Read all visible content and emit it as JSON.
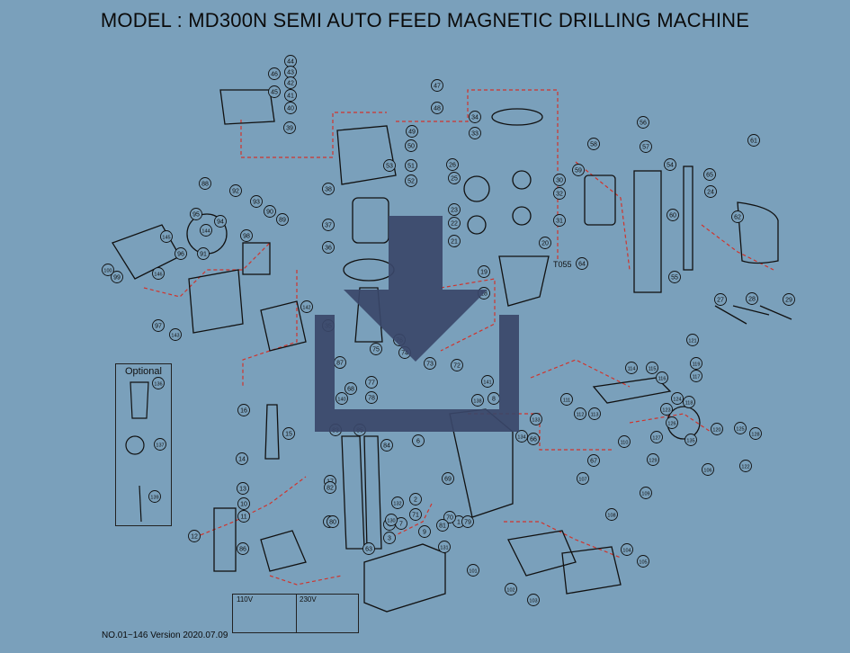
{
  "title": "MODEL : MD300N SEMI AUTO FEED MAGNETIC DRILLING MACHINE",
  "version": "NO.01~146  Version 2020.07.09",
  "optional": {
    "label": "Optional",
    "parts": [
      "136",
      "137",
      "139"
    ]
  },
  "voltage": {
    "left": "110V",
    "right": "230V"
  },
  "side_text": "T055",
  "callouts": [
    "46",
    "45",
    "44",
    "43",
    "42",
    "41",
    "40",
    "39",
    "38",
    "47",
    "48",
    "49",
    "50",
    "51",
    "52",
    "53",
    "37",
    "36",
    "35",
    "34",
    "33",
    "32",
    "31",
    "30",
    "29",
    "28",
    "27",
    "26",
    "25",
    "24",
    "23",
    "22",
    "21",
    "20",
    "19",
    "18",
    "17",
    "16",
    "15",
    "14",
    "13",
    "12",
    "11",
    "10",
    "9",
    "8",
    "7",
    "6",
    "5",
    "4",
    "3",
    "2",
    "1",
    "54",
    "55",
    "56",
    "57",
    "58",
    "59",
    "60",
    "61",
    "62",
    "63",
    "64",
    "65",
    "66",
    "67",
    "68",
    "69",
    "70",
    "71",
    "72",
    "73",
    "74",
    "75",
    "76",
    "77",
    "78",
    "79",
    "80",
    "81",
    "82",
    "83",
    "84",
    "85",
    "86",
    "87",
    "88",
    "89",
    "90",
    "91",
    "92",
    "93",
    "94",
    "95",
    "96",
    "97",
    "98",
    "99",
    "100",
    "101",
    "102",
    "103",
    "104",
    "105",
    "106",
    "107",
    "108",
    "109",
    "110",
    "111",
    "112",
    "113",
    "114",
    "115",
    "116",
    "117",
    "118",
    "119",
    "120",
    "121",
    "122",
    "123",
    "124",
    "125",
    "126",
    "127",
    "128",
    "129",
    "130",
    "131",
    "132",
    "133",
    "134",
    "135",
    "138",
    "140",
    "141",
    "142",
    "143",
    "144",
    "145",
    "146"
  ],
  "overlay_icon": "download-icon",
  "colors": {
    "background": "#7aa0bb",
    "line": "#111111",
    "leader": "#d0342c",
    "overlay": "#3a4769"
  }
}
